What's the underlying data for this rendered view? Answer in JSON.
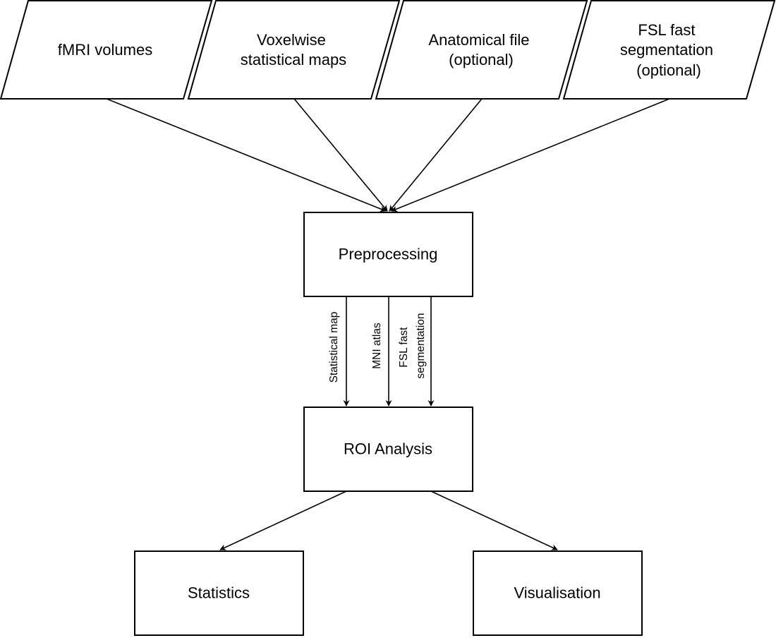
{
  "inputs": [
    {
      "lines": [
        "fMRI volumes"
      ]
    },
    {
      "lines": [
        "Voxelwise",
        "statistical maps"
      ]
    },
    {
      "lines": [
        "Anatomical file",
        "(optional)"
      ]
    },
    {
      "lines": [
        "FSL fast",
        "segmentation",
        "(optional)"
      ]
    }
  ],
  "nodes": {
    "preprocessing": "Preprocessing",
    "roi_analysis": "ROI Analysis",
    "statistics": "Statistics",
    "visualisation": "Visualisation"
  },
  "edge_labels": {
    "statistical_map": [
      "Statistical map"
    ],
    "mni_atlas": [
      "MNI atlas"
    ],
    "fsl_fast_segmentation": [
      "FSL fast",
      "segmentation"
    ]
  },
  "colors": {
    "stroke": "#000000",
    "fill": "#ffffff",
    "text": "#000000"
  }
}
